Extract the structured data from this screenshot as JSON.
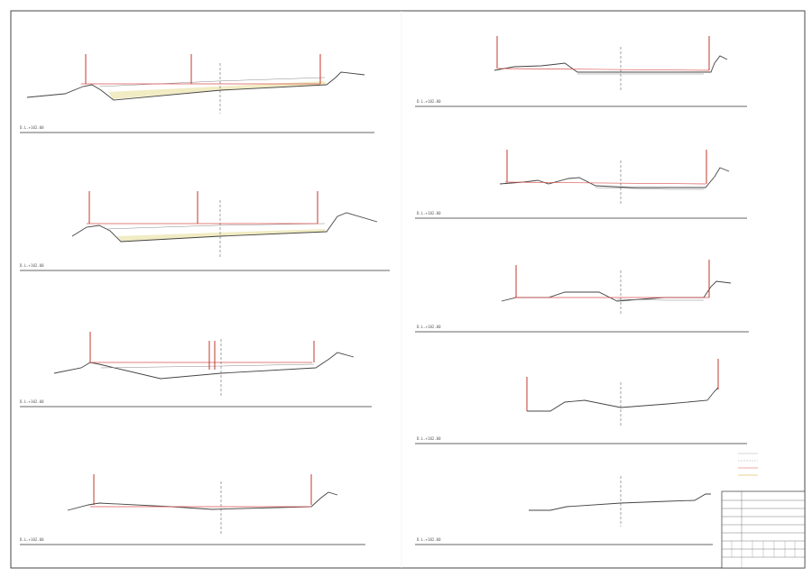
{
  "sheet": {
    "colors": {
      "ground": "#444444",
      "design": "#6a6a6a",
      "water_red": "#d9534f",
      "pole": "#c0392b",
      "hatch": "#e8e2a8",
      "frame": "#333333"
    },
    "sections": [
      {
        "id": "s1",
        "datum_label": "D.L.+102.00",
        "elevation_notes": [
          "",
          "",
          ""
        ]
      },
      {
        "id": "s2",
        "datum_label": "D.L.+102.00",
        "elevation_notes": [
          "",
          "",
          ""
        ]
      },
      {
        "id": "s3",
        "datum_label": "D.L.+102.00",
        "elevation_notes": [
          "",
          "",
          ""
        ]
      },
      {
        "id": "s4",
        "datum_label": "D.L.+102.00",
        "elevation_notes": []
      },
      {
        "id": "s5",
        "datum_label": "D.L.+102.00",
        "elevation_notes": []
      },
      {
        "id": "s6",
        "datum_label": "D.L.+102.00",
        "elevation_notes": []
      },
      {
        "id": "s7",
        "datum_label": "D.L.+102.00",
        "elevation_notes": []
      },
      {
        "id": "s8",
        "datum_label": "D.L.+102.00",
        "elevation_notes": []
      },
      {
        "id": "s9",
        "datum_label": "D.L.+102.00",
        "elevation_notes": []
      }
    ],
    "legend": {
      "items": [
        "",
        "",
        "",
        ""
      ]
    },
    "title_block": {
      "rows": [
        {
          "label": "",
          "value": ""
        },
        {
          "label": "",
          "value": ""
        },
        {
          "label": "",
          "value": ""
        },
        {
          "label": "",
          "value": ""
        },
        {
          "label": "",
          "value": ""
        },
        {
          "label": "",
          "value": ""
        }
      ]
    }
  }
}
